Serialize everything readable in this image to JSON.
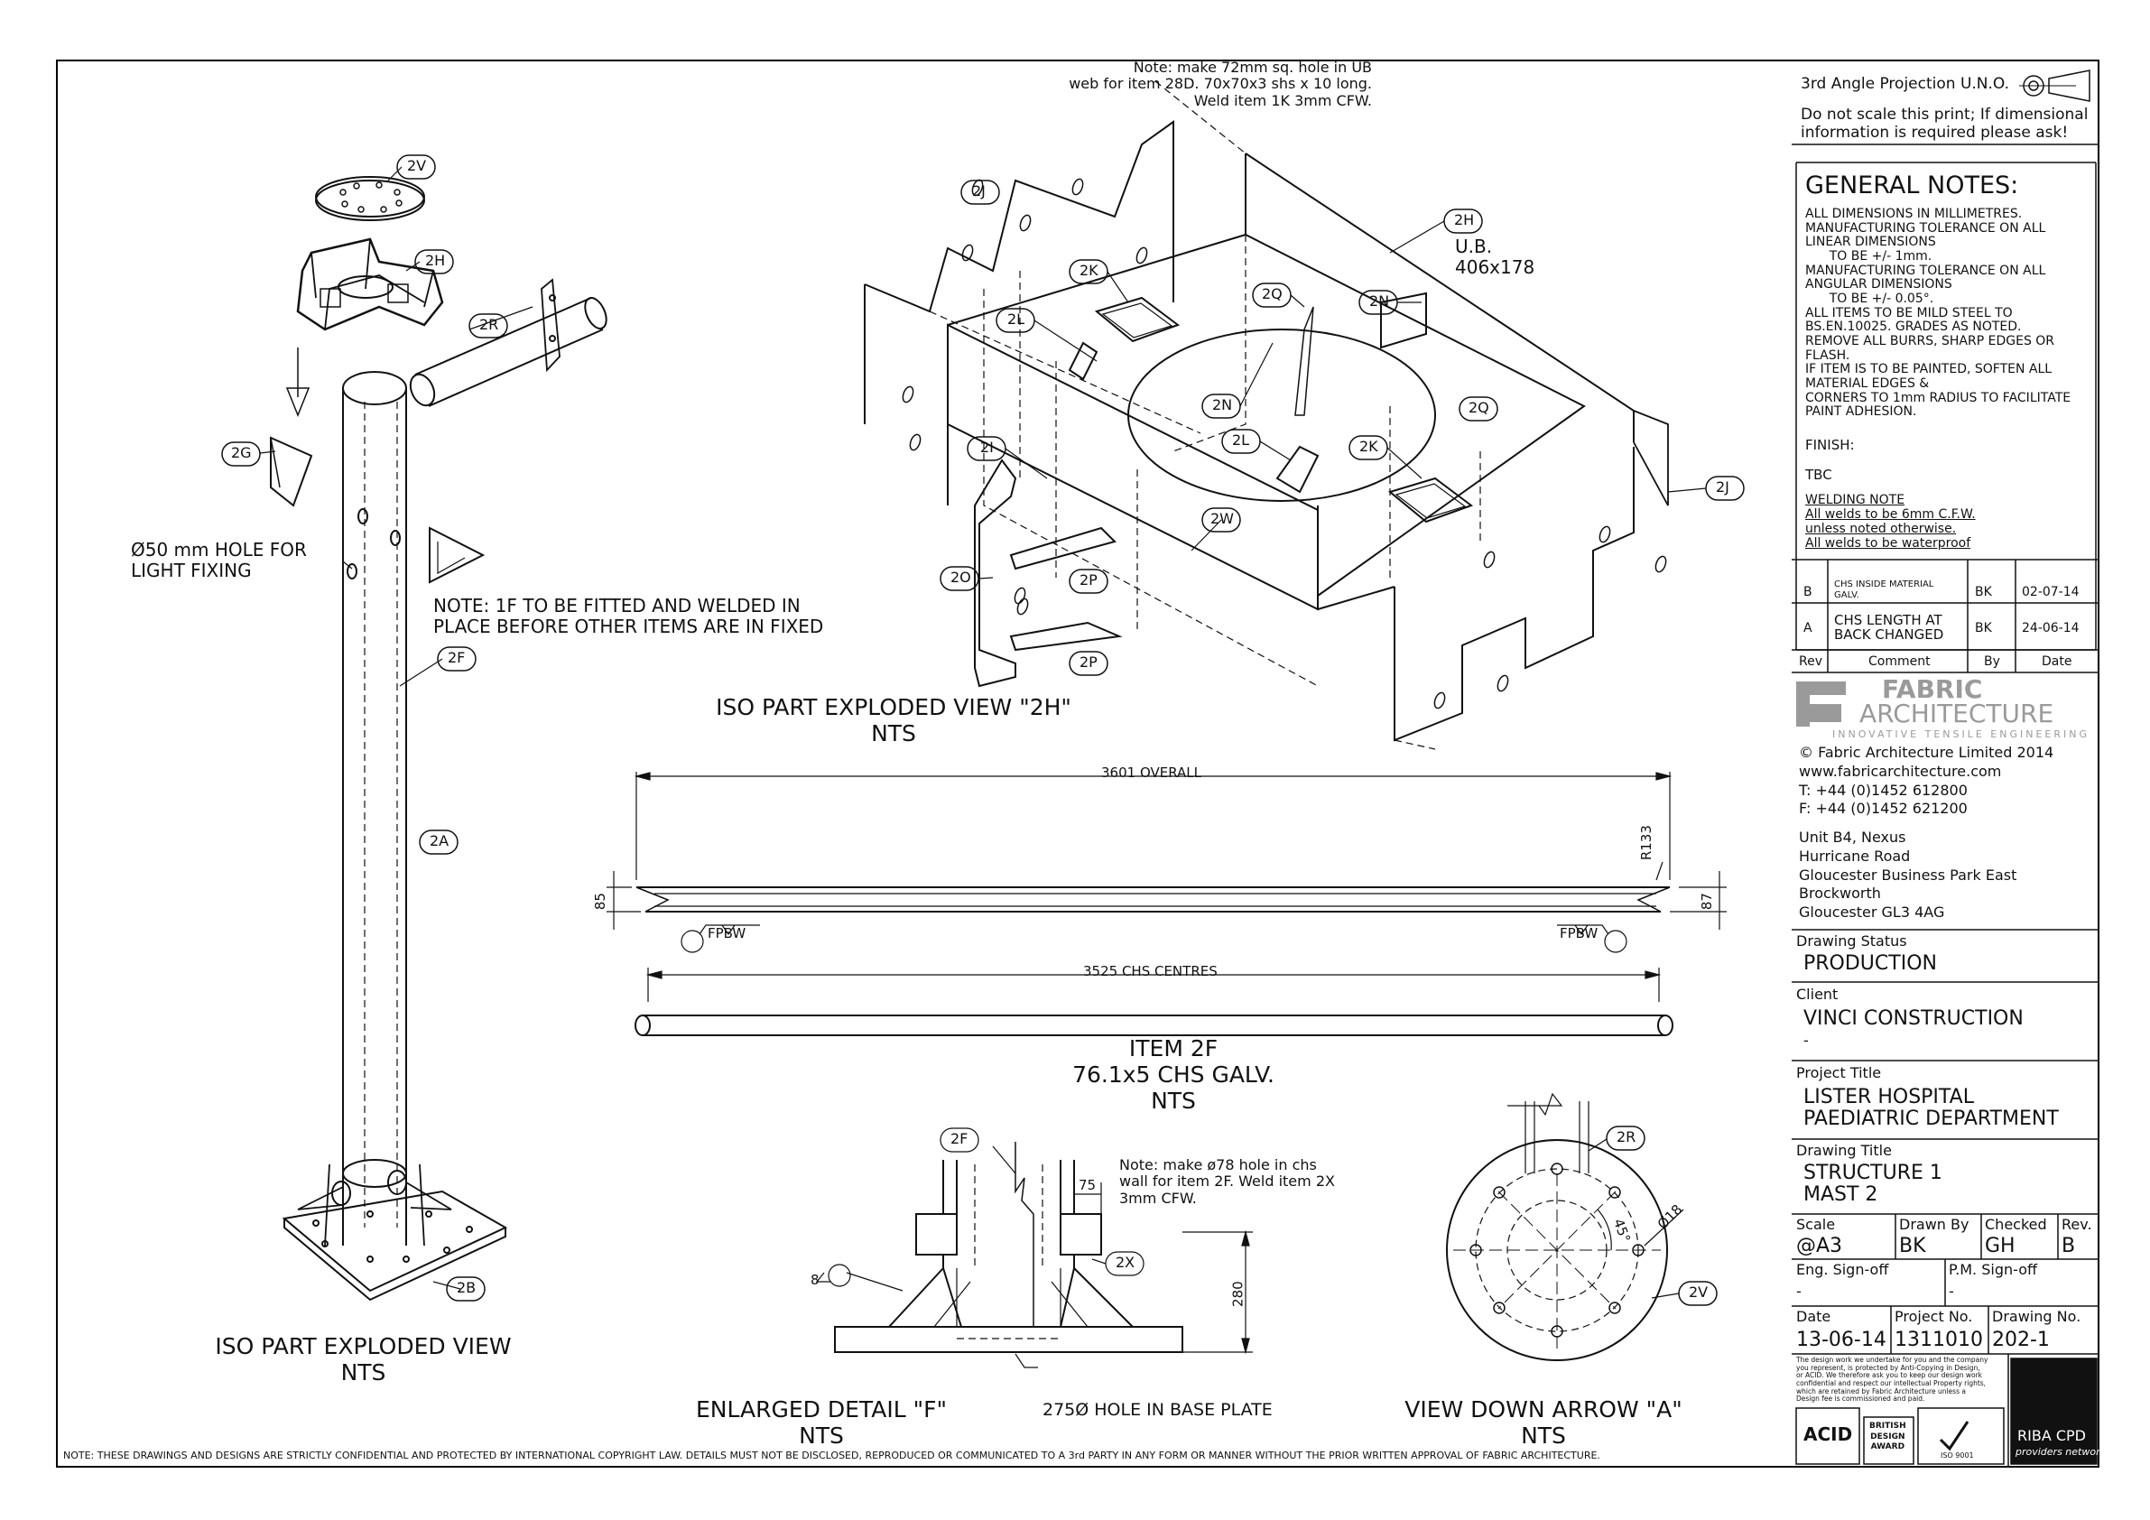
{
  "views": {
    "iso_title": "ISO PART EXPLODED VIEW",
    "iso_scale": "NTS",
    "iso2h_title": "ISO PART EXPLODED VIEW \"2H\"",
    "iso2h_scale": "NTS",
    "item_title": "ITEM 2F",
    "item_spec": "76.1x5 CHS GALV.",
    "item_scale": "NTS",
    "detail_title": "ENLARGED DETAIL \"F\"",
    "detail_scale": "NTS",
    "arrow_title": "VIEW DOWN ARROW \"A\"",
    "arrow_scale": "NTS"
  },
  "notes": {
    "ub_note_1": "Note: make 72mm sq. hole in UB",
    "ub_note_2": "web for item 28D. 70x70x3 shs x 10 long.",
    "ub_note_3": "Weld item 1K 3mm CFW.",
    "hole_note_1": "Ø50 mm HOLE FOR",
    "hole_note_2": "LIGHT FIXING",
    "fit_note_1": "NOTE: 1F TO BE FITTED AND WELDED IN",
    "fit_note_2": "PLACE BEFORE OTHER ITEMS ARE IN FIXED",
    "chs_note_1": "Note: make ø78 hole in chs",
    "chs_note_2": "wall for item 2F. Weld item 2X",
    "chs_note_3": "3mm CFW.",
    "base_hole": "275Ø HOLE IN BASE PLATE",
    "ub_label": "U.B.",
    "ub_size": "406x178"
  },
  "balloons": {
    "b2v": "2V",
    "b2h": "2H",
    "b2r": "2R",
    "b2g": "2G",
    "b2f": "2F",
    "b2a": "2A",
    "b2b": "2B",
    "b2j_top": "2J",
    "b2h_ub": "2H",
    "b2k_1": "2K",
    "b2l_1": "2L",
    "b2q_1": "2Q",
    "b2n_1": "2N",
    "b2n_2": "2N",
    "b2q_2": "2Q",
    "b2l_2": "2L",
    "b2k_2": "2K",
    "b2i": "2I",
    "b2w": "2W",
    "b2o": "2O",
    "b2p_1": "2P",
    "b2p_2": "2P",
    "b2j_right": "2J",
    "b2f_detail": "2F",
    "b2x": "2X",
    "b2r_view": "2R",
    "b2v_view": "2V"
  },
  "dimensions": {
    "overall": "3601 OVERALL",
    "centres": "3525 CHS CENTRES",
    "left_h": "85",
    "right_h": "87",
    "radius": "R133",
    "fpbw_l": "FPBW",
    "fpbw_r": "FPBW",
    "d75": "75",
    "d280": "280",
    "d8": "8",
    "angle": "45°",
    "dia": "Ø18"
  },
  "title_block": {
    "projection": "3rd Angle Projection U.N.O.",
    "scale_note_1": "Do not scale this print; If dimensional",
    "scale_note_2": "information is required please ask!",
    "general_notes_heading": "GENERAL NOTES:",
    "general_notes": [
      "ALL DIMENSIONS IN MILLIMETRES.",
      "MANUFACTURING TOLERANCE ON ALL",
      "LINEAR DIMENSIONS",
      "      TO BE +/- 1mm.",
      "MANUFACTURING TOLERANCE ON ALL",
      "ANGULAR DIMENSIONS",
      "      TO BE +/- 0.05°.",
      "ALL ITEMS TO BE MILD STEEL TO",
      "BS.EN.10025. GRADES AS NOTED.",
      "REMOVE ALL BURRS, SHARP EDGES OR",
      "FLASH.",
      "IF ITEM IS TO BE PAINTED, SOFTEN ALL",
      "MATERIAL EDGES &",
      "CORNERS TO 1mm RADIUS TO FACILITATE",
      "PAINT ADHESION."
    ],
    "finish_label": "FINISH:",
    "finish_value": "TBC",
    "welding_heading": "WELDING NOTE",
    "welding_lines": [
      "All welds to be 6mm C.F.W.",
      "unless noted otherwise.",
      "All welds to be waterproof"
    ],
    "revisions": [
      {
        "rev": "B",
        "comment": "CHS INSIDE MATERIAL GALV.",
        "by": "BK",
        "date": "02-07-14"
      },
      {
        "rev": "A",
        "comment": "CHS LENGTH AT BACK CHANGED",
        "by": "BK",
        "date": "24-06-14"
      }
    ],
    "rev_headers": {
      "rev": "Rev",
      "comment": "Comment",
      "by": "By",
      "date": "Date"
    },
    "company_line1": "FABRIC",
    "company_line2": "ARCHITECTURE",
    "company_tagline": "INNOVATIVE TENSILE ENGINEERING",
    "copyright": "© Fabric Architecture Limited 2014",
    "website": "www.fabricarchitecture.com",
    "tel": "T: +44 (0)1452 612800",
    "fax": "F: +44 (0)1452 621200",
    "address": [
      "Unit B4, Nexus",
      "Hurricane Road",
      "Gloucester Business Park East",
      "Brockworth",
      "Gloucester GL3 4AG"
    ],
    "drawing_status_label": "Drawing Status",
    "drawing_status": "PRODUCTION",
    "client_label": "Client",
    "client": "VINCI CONSTRUCTION",
    "client_2": "-",
    "project_title_label": "Project Title",
    "project_title_1": "LISTER HOSPITAL",
    "project_title_2": "PAEDIATRIC DEPARTMENT",
    "drawing_title_label": "Drawing Title",
    "drawing_title_1": "STRUCTURE 1",
    "drawing_title_2": "MAST 2",
    "scale_label": "Scale",
    "scale": "@A3",
    "drawn_label": "Drawn By",
    "drawn": "BK",
    "checked_label": "Checked",
    "checked": "GH",
    "rev_label": "Rev.",
    "rev": "B",
    "eng_label": "Eng. Sign-off",
    "eng": "-",
    "pm_label": "P.M. Sign-off",
    "pm": "-",
    "date_label": "Date",
    "date": "13-06-14",
    "projno_label": "Project No.",
    "projno": "1311010",
    "drawno_label": "Drawing No.",
    "drawno": "202-1",
    "disclaimer": [
      "The design work we undertake for you and the company",
      "you represent, is protected by Anti-Copying in Design,",
      "or ACID. We therefore ask you to keep our design work",
      "confidential and respect our intellectual Property rights,",
      "which are retained by Fabric Architecture unless a",
      "Design fee is commissioned and paid."
    ],
    "acid_label": "ACID",
    "bda_label_1": "BRITISH",
    "bda_label_2": "DESIGN",
    "bda_label_3": "AWARD",
    "iso_label": "ISO 9001",
    "riba_label": "RIBA CPD",
    "riba_sub": "providers network"
  },
  "legal": "NOTE: THESE DRAWINGS AND DESIGNS ARE STRICTLY CONFIDENTIAL AND PROTECTED BY INTERNATIONAL COPYRIGHT LAW. DETAILS MUST NOT BE DISCLOSED, REPRODUCED OR COMMUNICATED TO A 3rd PARTY IN ANY FORM OR MANNER WITHOUT THE PRIOR WRITTEN APPROVAL OF FABRIC ARCHITECTURE."
}
